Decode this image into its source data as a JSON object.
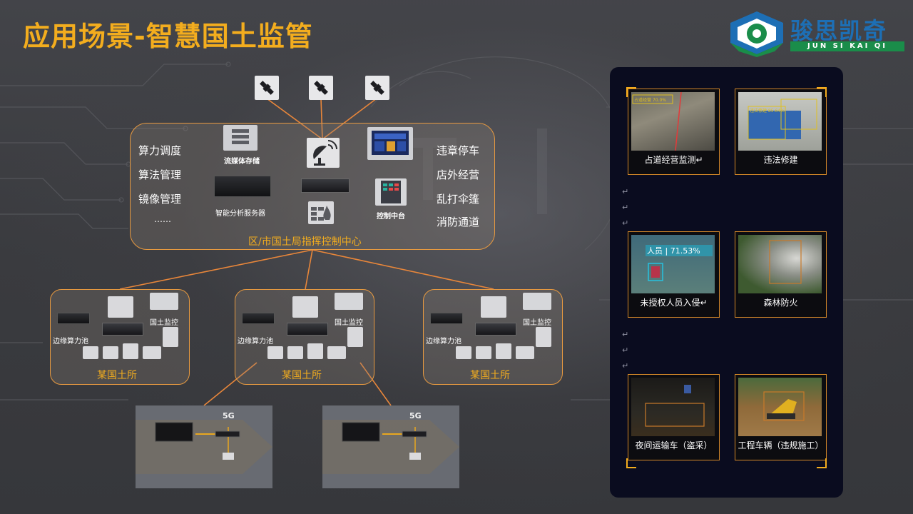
{
  "title": "应用场景-智慧国土监管",
  "logo": {
    "name": "骏思凯奇",
    "sub": "JUN SI KAI QI"
  },
  "center": {
    "left_items": [
      "算力调度",
      "算法管理",
      "镜像管理",
      "……"
    ],
    "right_items": [
      "违章停车",
      "店外经营",
      "乱打伞篷",
      "消防通道"
    ],
    "storage_label": "流媒体存储",
    "server_label": "智能分析服务器",
    "console_label": "控制中台",
    "caption": "区/市国土局指挥控制中心"
  },
  "stations": [
    {
      "edge_label": "边缘算力池",
      "monitor_label": "国土监控",
      "caption": "某国土所"
    },
    {
      "edge_label": "边缘算力池",
      "monitor_label": "国土监控",
      "caption": "某国土所"
    },
    {
      "edge_label": "边缘算力池",
      "monitor_label": "国土监控",
      "caption": "某国土所"
    }
  ],
  "edge_boxes": [
    {
      "badge": "5G"
    },
    {
      "badge": "5G"
    }
  ],
  "cases": [
    {
      "label": "占道经营监测↵",
      "tag": "占道经营 70.0%"
    },
    {
      "label": "违法修建",
      "tag": "违法修建 85.64%"
    },
    {
      "label": "未授权人员入侵↵",
      "tag": "人员 | 71.53%"
    },
    {
      "label": "森林防火",
      "tag": ""
    },
    {
      "label": "夜间运输车（盗采）",
      "tag": ""
    },
    {
      "label": "工程车辆（违规施工）",
      "tag": ""
    }
  ],
  "colors": {
    "accent": "#f3ad1e",
    "line": "#e89a40",
    "panel": "#0a0c1f"
  }
}
